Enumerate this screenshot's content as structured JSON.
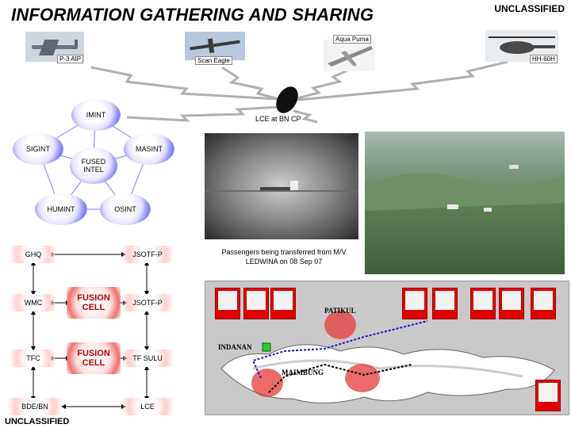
{
  "header": {
    "title": "INFORMATION GATHERING AND SHARING",
    "classification_top": "UNCLASSIFIED",
    "classification_bottom": "UNCLASSIFIED"
  },
  "platforms": {
    "p3": "P-3 AIP",
    "scan_eagle": "Scan Eagle",
    "aqua_puma": "Aqua Puma",
    "hh60": "HH-60H"
  },
  "lce_label": "LCE at BN CP",
  "intel_star": {
    "imint": "IMINT",
    "sigint": "SIGINT",
    "masint": "MASINT",
    "fused": "FUSED INTEL",
    "humint": "HUMINT",
    "osint": "OSINT"
  },
  "flow": {
    "ghq": "GHQ",
    "jsotf_top": "JSOTF-P",
    "wmc": "WMC",
    "fusion_top": "FUSION CELL",
    "jsotf_mid": "JSOTF-P",
    "tfc": "TFC",
    "fusion_bottom": "FUSION CELL",
    "tf_sulu": "TF SULU",
    "bde_bn": "BDE/BN",
    "lce": "LCE"
  },
  "caption": "Passengers being transferred from M/V LEDWINA on 08 Sep 07",
  "map": {
    "places": {
      "patikul": "PATIKUL",
      "indanan": "INDANAN",
      "maimbung": "MAIMBUNG"
    }
  },
  "colors": {
    "star_glow": "#7b7bff",
    "fusion_glow": "#f07070",
    "card_red": "#e00000",
    "route_blue": "#1a1acc",
    "route_black": "#000000"
  }
}
